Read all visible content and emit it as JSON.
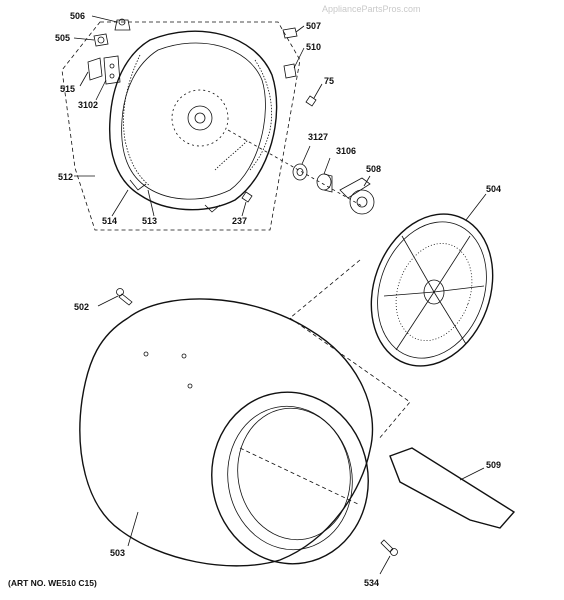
{
  "watermark": "AppliancePartsPros.com",
  "caption": "(ART NO. WE510 C15)",
  "parts": {
    "p506": "506",
    "p505": "505",
    "p507": "507",
    "p510": "510",
    "p75": "75",
    "p515": "515",
    "p3102": "3102",
    "p512": "512",
    "p3127": "3127",
    "p3106": "3106",
    "p508": "508",
    "p514": "514",
    "p513": "513",
    "p237": "237",
    "p504": "504",
    "p502": "502",
    "p509": "509",
    "p503": "503",
    "p534": "534"
  }
}
